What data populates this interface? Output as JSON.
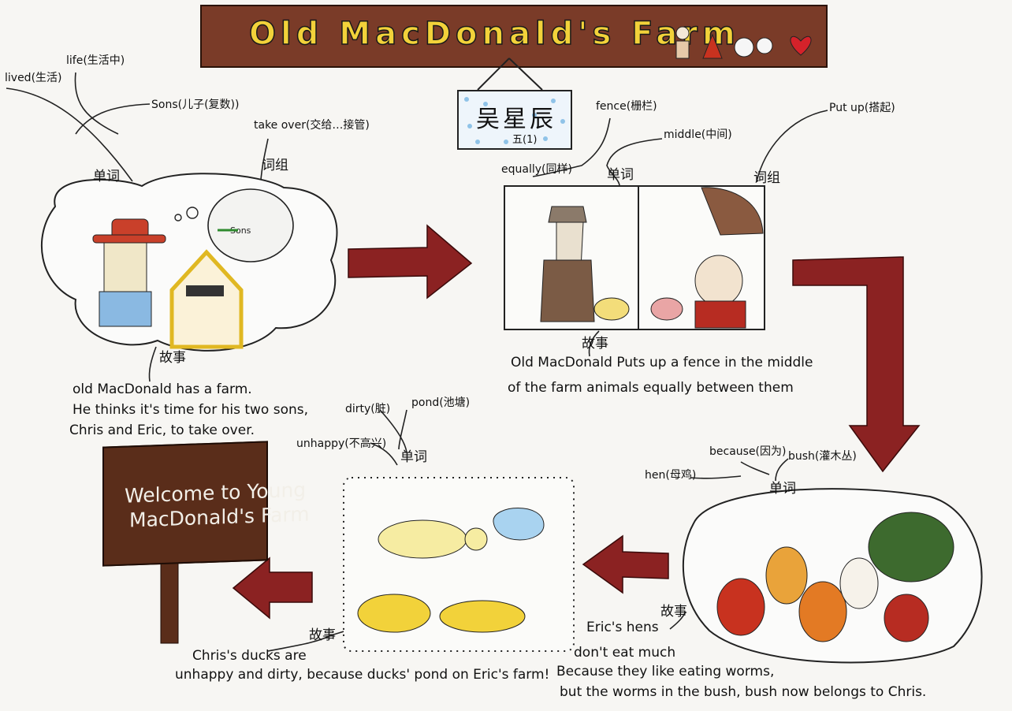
{
  "title": "Old MacDonald's Farm",
  "name_plate": {
    "name": "吴星辰",
    "class": "五(1)"
  },
  "section1": {
    "category": "单词",
    "phrase_category": "词组",
    "words": [
      "lived(生活)",
      "life(生活中)",
      "Sons(儿子(复数))"
    ],
    "phrase": "take over(交给…接管)",
    "story_label": "故事",
    "story_lines": [
      "old MacDonald has a farm.",
      "He thinks it's time for his two sons,",
      "Chris and Eric, to take over."
    ],
    "thought_label": "Sons"
  },
  "section2": {
    "category": "单词",
    "phrase_category": "词组",
    "words": [
      "fence(栅栏)",
      "middle(中间)",
      "equally(同样)"
    ],
    "phrase": "Put up(搭起)",
    "story_label": "故事",
    "story_lines": [
      "Old MacDonald Puts up a fence in the middle",
      "of the farm animals equally between them"
    ]
  },
  "section3": {
    "category": "单词",
    "words": [
      "because(因为)",
      "bush(灌木丛)",
      "hen(母鸡)"
    ],
    "story_label": "故事",
    "story_lines": [
      "Eric's hens",
      "don't eat much",
      "Because they like eating worms,",
      "but the worms in the bush, bush now belongs to Chris."
    ]
  },
  "section4": {
    "category": "单词",
    "words": [
      "dirty(脏)",
      "pond(池塘)",
      "unhappy(不高兴)"
    ],
    "story_label": "故事",
    "story_lines": [
      "Chris's ducks are",
      "unhappy and dirty, because ducks' pond on Eric's farm!"
    ]
  },
  "sign": {
    "line1": "Welcome to Young",
    "line2": "MacDonald's Farm"
  },
  "colors": {
    "banner": "#7a3b28",
    "title_yellow": "#f2d23a",
    "arrow_red": "#8b2222",
    "sign_brown": "#5a2d1a"
  }
}
